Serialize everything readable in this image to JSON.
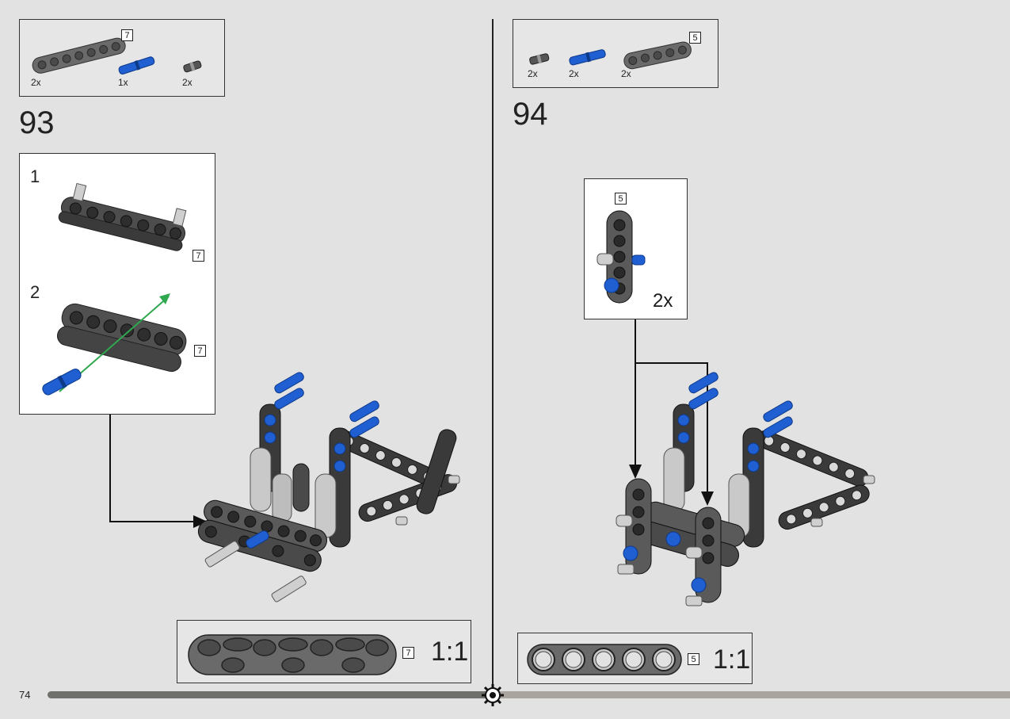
{
  "page_number": "74",
  "step93": {
    "number": "93",
    "parts": [
      {
        "qty": "2x",
        "kind": "beam-7"
      },
      {
        "qty": "1x",
        "kind": "blue-axle-pin"
      },
      {
        "qty": "2x",
        "kind": "grey-pin"
      }
    ],
    "parts_length_label": "7",
    "substep1": {
      "number": "1",
      "length_label": "7"
    },
    "substep2": {
      "number": "2",
      "length_label": "7"
    },
    "scale_length_label": "7",
    "scale_text": "1:1"
  },
  "step94": {
    "number": "94",
    "parts": [
      {
        "qty": "2x",
        "kind": "grey-pin"
      },
      {
        "qty": "2x",
        "kind": "blue-axle-pin"
      },
      {
        "qty": "2x",
        "kind": "beam-5"
      }
    ],
    "parts_length_label": "5",
    "callout": {
      "length_label": "5",
      "qty": "2x"
    },
    "scale_length_label": "5",
    "scale_text": "1:1"
  },
  "colors": {
    "background": "#e2e2e2",
    "beam": "#6e6e6e",
    "beam_dark": "#3a3a3a",
    "blue": "#1f5fd1",
    "green_arrow": "#2fa84f",
    "light_grey": "#c9c9c9"
  }
}
